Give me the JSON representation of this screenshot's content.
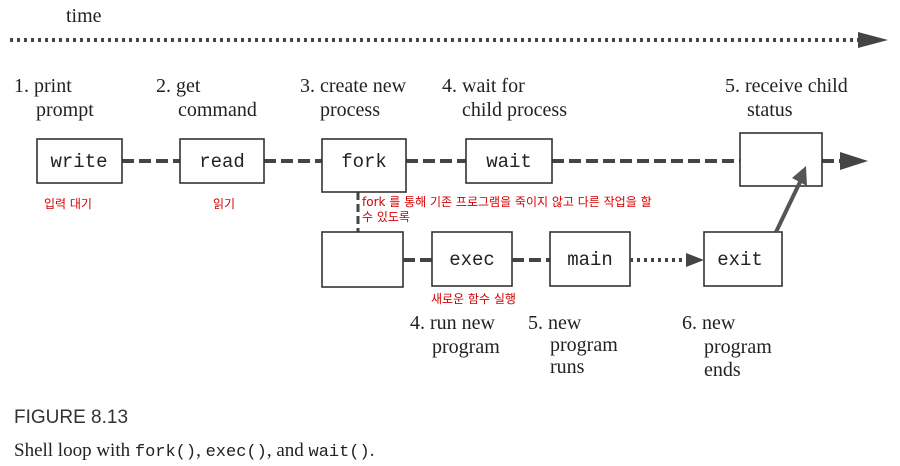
{
  "timeline": {
    "label": "time"
  },
  "steps": {
    "s1": {
      "line1": "1. print",
      "line2": "prompt"
    },
    "s2": {
      "line1": "2. get",
      "line2": "command"
    },
    "s3": {
      "line1": "3. create new",
      "line2": "process"
    },
    "s4": {
      "line1": "4. wait for",
      "line2": "child process"
    },
    "s5": {
      "line1": "5. receive child",
      "line2": "status"
    },
    "c4": {
      "line1": "4. run new",
      "line2": "program"
    },
    "c5": {
      "line1": "5. new",
      "line2": "program",
      "line3": "runs"
    },
    "c6": {
      "line1": "6. new",
      "line2": "program",
      "line3": "ends"
    }
  },
  "boxes": {
    "write": "write",
    "read": "read",
    "fork": "fork",
    "wait": "wait",
    "exec": "exec",
    "main": "main",
    "exit": "exit"
  },
  "annotations": {
    "write_note": "입력 대기",
    "read_note": "읽기",
    "fork_note_1": "fork 를 통해 기존 프로그램을 죽이지 않고 다른 작업을 할",
    "fork_note_2": "수 있도록",
    "exec_note": "새로운 함수 실행"
  },
  "figure": {
    "label": "FIGURE 8.13",
    "caption_prefix": "Shell loop with ",
    "caption_fork": "fork()",
    "caption_sep1": ", ",
    "caption_exec": "exec()",
    "caption_sep2": ", and ",
    "caption_wait": "wait()",
    "caption_end": "."
  }
}
